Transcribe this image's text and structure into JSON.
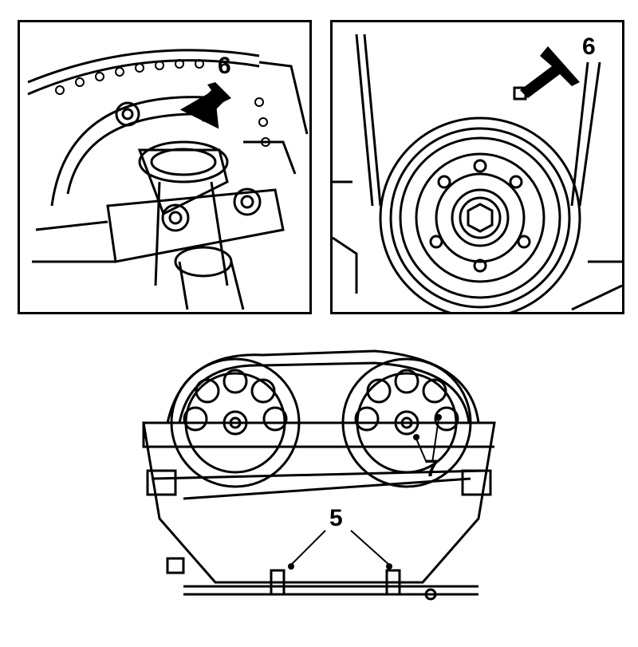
{
  "figure": {
    "panels": [
      {
        "id": "camshaft-detail",
        "callouts": [
          "6"
        ]
      },
      {
        "id": "crankshaft-pulley-detail",
        "callouts": [
          "6"
        ]
      },
      {
        "id": "cylinder-head-front",
        "callouts": [
          "7",
          "5"
        ]
      }
    ]
  },
  "labels": {
    "tl_arrow": "6",
    "tr_arrow": "6",
    "bottom_7": "7",
    "bottom_5": "5"
  },
  "colors": {
    "line": "#000000",
    "background": "#ffffff"
  }
}
